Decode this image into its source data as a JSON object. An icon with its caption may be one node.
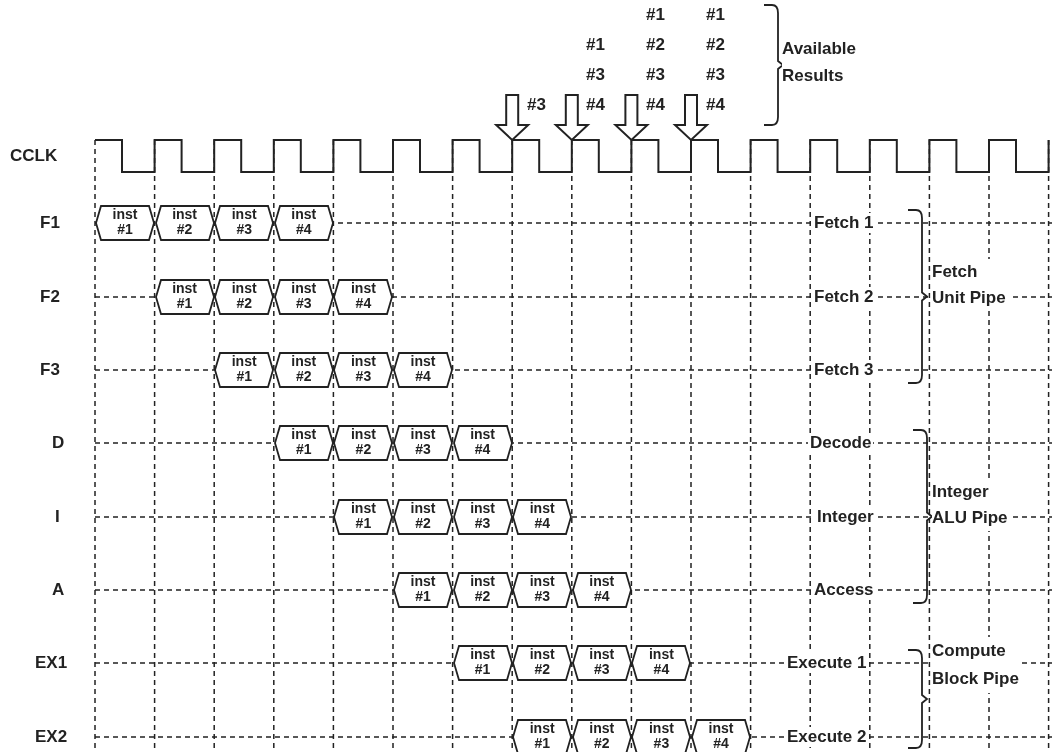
{
  "diagram": {
    "nodes": [
      {
        "text": [
          "inst #1"
        ]
      },
      {
        "text": [
          "inst #2"
        ]
      },
      {
        "text": [
          "inst #3"
        ]
      },
      {
        "text": [
          "inst #4"
        ]
      },
      {
        "text": [
          "inst #1"
        ]
      },
      {
        "text": [
          "inst #2"
        ]
      },
      {
        "text": [
          "inst #3"
        ]
      },
      {
        "text": [
          "inst #4"
        ]
      },
      {
        "text": [
          "inst #1"
        ]
      },
      {
        "text": [
          "inst #2"
        ]
      },
      {
        "text": [
          "inst #3"
        ]
      },
      {
        "text": [
          "inst #4"
        ]
      },
      {
        "text": [
          "inst #1"
        ]
      },
      {
        "text": [
          "inst #2"
        ]
      },
      {
        "text": [
          "inst #3"
        ]
      },
      {
        "text": [
          "inst #4"
        ]
      },
      {
        "text": [
          "inst #1"
        ]
      },
      {
        "text": [
          "inst #2"
        ]
      },
      {
        "text": [
          "inst #3"
        ]
      },
      {
        "text": [
          "inst #4"
        ]
      },
      {
        "text": [
          "inst #1"
        ]
      },
      {
        "text": [
          "inst #2"
        ]
      },
      {
        "text": [
          "inst #3"
        ]
      },
      {
        "text": [
          "inst #4"
        ]
      },
      {
        "text": [
          "inst #1"
        ]
      },
      {
        "text": [
          "inst #2"
        ]
      },
      {
        "text": [
          "inst #3"
        ]
      },
      {
        "text": [
          "inst #4"
        ]
      },
      {
        "text": [
          "inst #1"
        ]
      },
      {
        "text": [
          "inst #2"
        ]
      },
      {
        "text": [
          "inst #3"
        ]
      },
      {
        "text": [
          "inst #4"
        ]
      }
    ],
    "labels": [
      "#1",
      "#1",
      "#1",
      "#2",
      "#2",
      "Available Results",
      "#3",
      "#3",
      "#3",
      "#3",
      "#4",
      "#4",
      "#4",
      "CCLK",
      "F1",
      "Fetch 1",
      "F2",
      "Fetch 2",
      "Fetch Unit Pipe",
      "F3",
      "Fetch 3",
      "D",
      "Decode",
      "I",
      "Integer",
      "Integer ALU Pipe",
      "A",
      "Access",
      "EX1",
      "Execute 1",
      "Compute Block Pipe",
      "EX2",
      "Execute 2"
    ]
  }
}
